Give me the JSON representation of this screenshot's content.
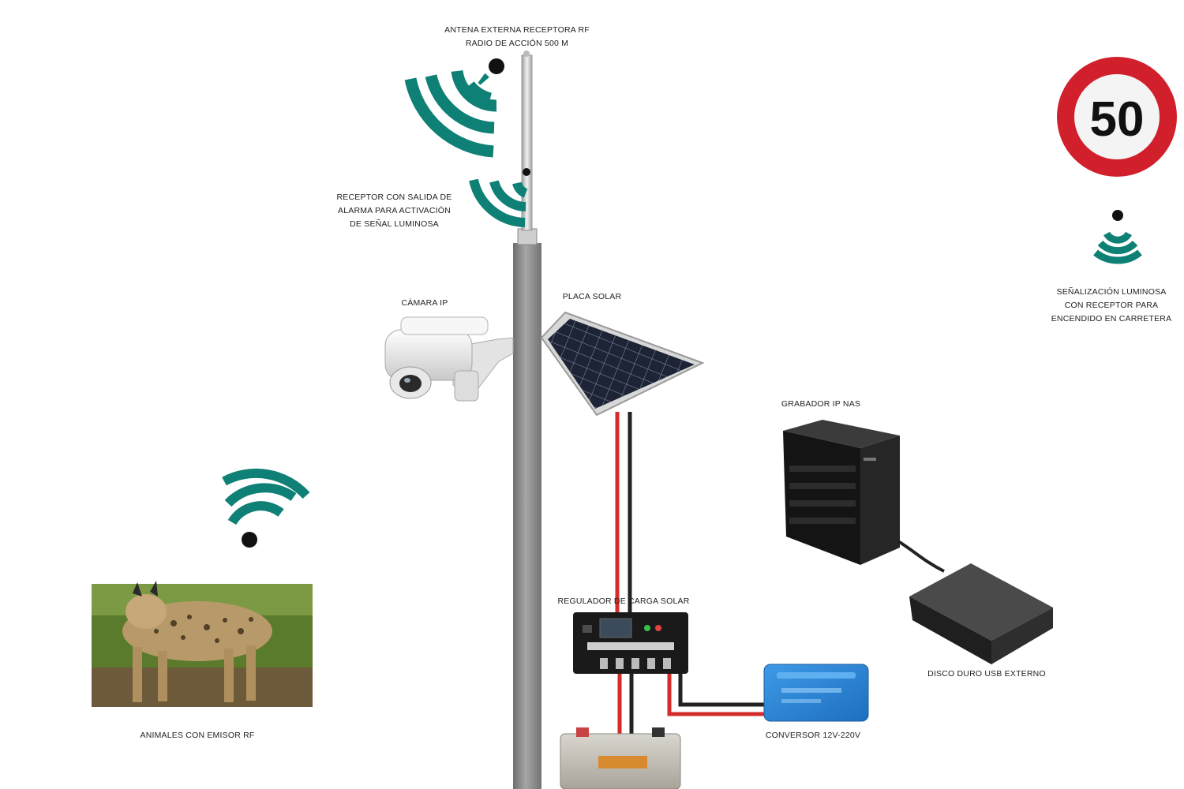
{
  "labels": {
    "antenna": [
      "ANTENA EXTERNA RECEPTORA RF",
      "RADIO DE ACCIÓN 500 m"
    ],
    "receiver": [
      "RECEPTOR CON SALIDA DE",
      "ALARMA PARA ACTIVACIÓN",
      "DE SEÑAL LUMINOSA"
    ],
    "camera": "CÁMARA IP",
    "solar_panel": "PLACA SOLAR",
    "recorder": "GRABADOR IP NAS",
    "charge_regulator": "REGULADOR DE CARGA SOLAR",
    "external_disk": "DISCO DURO USB EXTERNO",
    "converter": "CONVERSOR 12V-220V",
    "animals": "ANIMALES CON EMISOR RF",
    "road_signal": [
      "SEÑALIZACIÓN LUMINOSA",
      "CON RECEPTOR PARA",
      "ENCENDIDO EN CARRETERA"
    ]
  },
  "speed_sign": {
    "value": "50"
  },
  "colors": {
    "signal_teal": "#0f8075",
    "sign_red": "#d1202c",
    "pole_gray": "#8c8c8c",
    "wire_red": "#d42b2b",
    "wire_black": "#222222",
    "converter_blue": "#2a86d6"
  },
  "icons": [
    "wifi-signal-icon",
    "speed-limit-sign-icon",
    "solar-panel-icon",
    "ip-camera-icon",
    "nas-recorder-icon",
    "usb-disk-icon",
    "charge-regulator-icon",
    "battery-icon",
    "inverter-icon",
    "lynx-photo"
  ]
}
